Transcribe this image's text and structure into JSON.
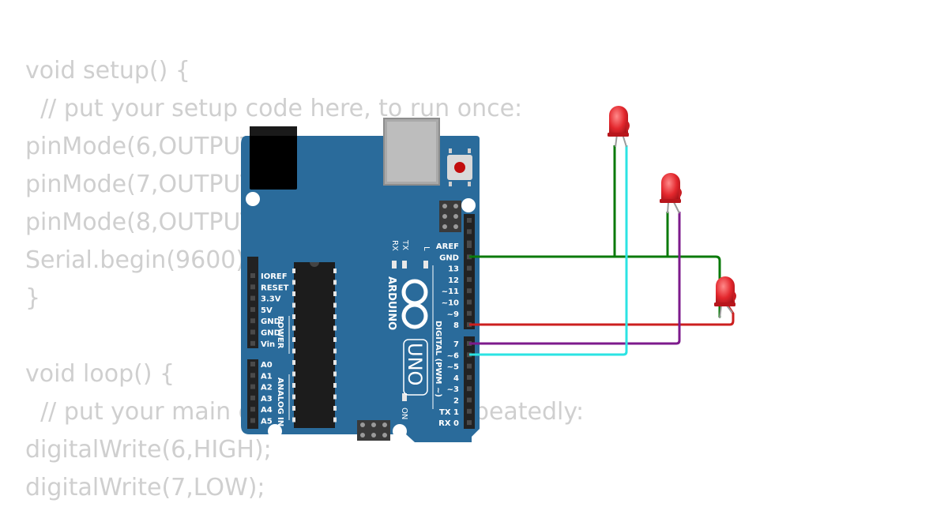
{
  "code_lines": [
    "void setup() {",
    "  // put your setup code here, to run once:",
    "pinMode(6,OUTPUT);",
    "pinMode(7,OUTPUT);",
    "pinMode(8,OUTPUT);",
    "Serial.begin(9600);",
    "}",
    "",
    "void loop() {",
    "  // put your main code here, to run repeatedly:",
    "digitalWrite(6,HIGH);",
    "digitalWrite(7,LOW);"
  ],
  "board": {
    "brand": "ARDUINO",
    "model": "UNO",
    "power_header_label": "POWER",
    "analog_header_label": "ANALOG IN",
    "digital_header_label": "DIGITAL (PWM ~)",
    "on_label": "ON",
    "led_labels": {
      "tx": "TX",
      "rx": "RX",
      "l": "L"
    },
    "power_pins": [
      "IOREF",
      "RESET",
      "3.3V",
      "5V",
      "GND",
      "GND",
      "Vin"
    ],
    "analog_pins": [
      "A0",
      "A1",
      "A2",
      "A3",
      "A4",
      "A5"
    ],
    "digital_pins_top": [
      "AREF",
      "GND",
      "13",
      "12",
      "~11",
      "~10",
      "~9",
      "8"
    ],
    "digital_pins_bottom": [
      "7",
      "~6",
      "~5",
      "4",
      "~3",
      "2",
      "TX 1",
      "RX 0"
    ]
  },
  "colors": {
    "board": "#2a6b9b",
    "led": "#e3272d",
    "wire_gnd": "#0a7a0a",
    "wire_pin8": "#cc1f1f",
    "wire_pin7": "#7d1a8c",
    "wire_pin6": "#2be3e3"
  }
}
